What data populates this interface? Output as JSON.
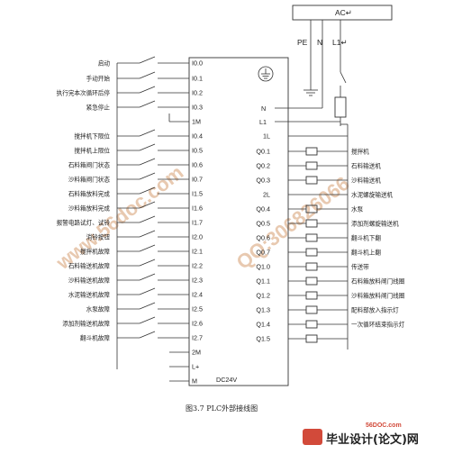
{
  "supply": {
    "ac_label": "AC↵",
    "pe": "PE",
    "n": "N",
    "l1": "L1↵"
  },
  "plc": {
    "n_terminal": "N",
    "l1_terminal": "L1",
    "dc_label": "DC24V"
  },
  "inputs": [
    {
      "label": "启动",
      "terminal": "I0.0"
    },
    {
      "label": "手动开始",
      "terminal": "I0.1"
    },
    {
      "label": "执行完本次循环后停",
      "terminal": "I0.2"
    },
    {
      "label": "紧急停止",
      "terminal": "I0.3"
    },
    {
      "label": "",
      "terminal": "1M"
    },
    {
      "label": "搅拌机下限位",
      "terminal": "I0.4"
    },
    {
      "label": "搅拌机上限位",
      "terminal": "I0.5"
    },
    {
      "label": "石料箱闸门状态",
      "terminal": "I0.6"
    },
    {
      "label": "沙料箱闸门状态",
      "terminal": "I0.7"
    },
    {
      "label": "石料箱放料完成",
      "terminal": "I1.5"
    },
    {
      "label": "沙料箱放料完成",
      "terminal": "I1.6"
    },
    {
      "label": "报警电路试灯、试铃",
      "terminal": "I1.7"
    },
    {
      "label": "消铃按钮",
      "terminal": "I2.0"
    },
    {
      "label": "搅拌机故障",
      "terminal": "I2.1"
    },
    {
      "label": "石料输送机故障",
      "terminal": "I2.2"
    },
    {
      "label": "沙料输送机故障",
      "terminal": "I2.3"
    },
    {
      "label": "水泥输送机故障",
      "terminal": "I2.4"
    },
    {
      "label": "水泵故障",
      "terminal": "I2.5"
    },
    {
      "label": "添加剂输送机故障",
      "terminal": "I2.6"
    },
    {
      "label": "翻斗机故障",
      "terminal": "I2.7"
    },
    {
      "label": "",
      "terminal": "2M"
    },
    {
      "label": "",
      "terminal": "L+"
    },
    {
      "label": "",
      "terminal": "M"
    }
  ],
  "outputs": [
    {
      "terminal": "1L",
      "label": ""
    },
    {
      "terminal": "Q0.1",
      "label": "搅拌机"
    },
    {
      "terminal": "Q0.2",
      "label": "石料输送机"
    },
    {
      "terminal": "Q0.3",
      "label": "沙料输送机"
    },
    {
      "terminal": "2L",
      "label": "水泥螺旋输送机"
    },
    {
      "terminal": "Q0.4",
      "label": "水泵"
    },
    {
      "terminal": "Q0.5",
      "label": "添加剂螺旋输送机"
    },
    {
      "terminal": "Q0.6",
      "label": "翻斗机下翻"
    },
    {
      "terminal": "Q0.7",
      "label": "翻斗机上翻"
    },
    {
      "terminal": "Q1.0",
      "label": "传送带"
    },
    {
      "terminal": "Q1.1",
      "label": "石料箱放料闸门线圈"
    },
    {
      "terminal": "Q1.2",
      "label": "沙料箱放料闸门线圈"
    },
    {
      "terminal": "Q1.3",
      "label": "配料部放入指示灯"
    },
    {
      "terminal": "Q1.4",
      "label": "一次循环结束指示灯"
    },
    {
      "terminal": "Q1.5",
      "label": ""
    }
  ],
  "caption": "图3.7 PLC外部接线图",
  "watermarks": {
    "left": "www.56doc.com",
    "right": "QQ:306826066"
  },
  "footer": {
    "domain": "56DOC.com",
    "brand": "毕业设计(论文)网"
  }
}
